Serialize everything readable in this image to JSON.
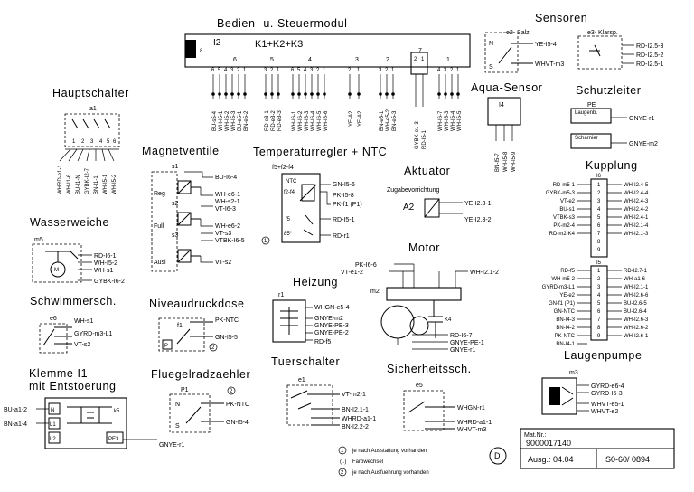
{
  "module": {
    "title": "Bedien- u. Steuermodul",
    "i2": "I2",
    "k": "K1+K2+K3",
    "conn8": "8",
    "conn_groups": [
      ".6",
      ".5",
      ".4",
      ".3",
      ".2",
      ".7",
      ".1"
    ],
    "pins6": [
      "6",
      "5",
      "4",
      "3",
      "2",
      "1"
    ],
    "pins5": [
      "3",
      "2",
      "1"
    ],
    "pins4": [
      "6",
      "5",
      "4",
      "3",
      "2",
      "1"
    ],
    "pins3": [
      "2",
      "1"
    ],
    "pins2": [
      "3",
      "2",
      "1"
    ],
    "pins7": [
      "2",
      "1"
    ],
    "pins1": [
      "4",
      "3",
      "2",
      "1"
    ],
    "wires": [
      "BU-s5-4",
      "WH-I5-1",
      "WH-I5-2",
      "WH-I5-3",
      "BU-e5-1",
      "BN-e5-2",
      "RD-e3-1",
      "RD-e3-2",
      "RD-e3-3",
      "WH-I6-1",
      "WH-I6-2",
      "WH-I6-3",
      "WH-I6-4",
      "WH-I6-5",
      "WH-I6-6",
      "YE-A2",
      "YE-A2",
      "BN-e5-1",
      "WH-e5-2",
      "BN-e5-3",
      "GYBK-e1-3",
      "RD-I5-1",
      "WH-I6-7",
      "WH-I5-3",
      "WH-I5-4",
      "WH-I5-5"
    ]
  },
  "hauptschalter": {
    "title": "Hauptschalter",
    "ref": "a1",
    "pins": [
      "1",
      "2",
      "3",
      "4",
      "5",
      "6"
    ],
    "wires": [
      "WHRD-e1-1",
      "WH-I1-6",
      "BU-I1-N",
      "GYBK-I2-7",
      "BN-I1-1",
      "WH-I5-1",
      "WH-I5-2"
    ]
  },
  "magnetventile": {
    "title": "Magnetventile",
    "ref": "s1",
    "reg": "Reg",
    "full": "Full",
    "ausl": "Ausl",
    "s2": "s2",
    "s3": "s3",
    "wires": [
      "BU-I6-4",
      "WH-e6-1",
      "WH-s2-1",
      "VT-I6-3",
      "WH-e6-2",
      "VT-s3",
      "VTBK-I6-5",
      "VT-s2"
    ]
  },
  "temp": {
    "title": "Temperaturregler + NTC",
    "ref": "f5+f2-f4",
    "ntc": "NTC",
    "labels": [
      "f2-f4",
      "f5",
      "85°"
    ],
    "wires": [
      "GN-I5-6",
      "PK-I5-8",
      "PK-f1 (P1)",
      "RD-I5-1",
      "RD-r1"
    ]
  },
  "aktuator": {
    "title": "Aktuator",
    "sub": "Zugabevorrichtung",
    "ref": "A2",
    "wires": [
      "YE-I2.3-1",
      "YE-I2.3-2"
    ]
  },
  "sensoren": {
    "title": "Sensoren",
    "e2": "e2- Salz",
    "e3": "e3- Klarsp.",
    "wires_e2": [
      "YE-I5-4",
      "WHVT-m3"
    ],
    "wires_e3": [
      "RD-I2.5-3",
      "RD-I2.5-2",
      "RD-I2.5-1"
    ]
  },
  "aqua": {
    "title": "Aqua-Sensor",
    "ref": "I4",
    "wires": [
      "BN-I5-7",
      "WH-I5-8",
      "WH-I5-9"
    ]
  },
  "schutzleiter": {
    "title": "Schutzleiter",
    "pe": "PE",
    "g1": "Laugenb.",
    "g2": "Scharnier",
    "wires": [
      "GNYE-r1",
      "GNYE-m2"
    ]
  },
  "kupplung": {
    "title": "Kupplung",
    "top_ref": "I6",
    "top_left": [
      "RD-m5-1",
      "GYBK-m5-3",
      "VT-e2",
      "BU-s1",
      "VTBK-s3",
      "PK-m2-4",
      "RD-m2-K4"
    ],
    "top_right": [
      "WH-I2.4-5",
      "WH-I2.4-4",
      "WH-I2.4-3",
      "WH-I2.4-2",
      "WH-I2.4-1",
      "WH-I2.1-4",
      "WH-I2.1-3"
    ],
    "top_pins": [
      "1",
      "2",
      "3",
      "4",
      "5",
      "6",
      "7",
      "8",
      "9"
    ],
    "bot_ref": "I5",
    "bot_left": [
      "RD-f5",
      "WH-m5-2",
      "GYRD-m3-L1",
      "YE-e2",
      "GN-f1 (P1)",
      "GN-NTC",
      "BN-I4-3",
      "BN-I4-2",
      "PK-NTC",
      "BN-I4-1"
    ],
    "bot_right": [
      "RD-I2.7-1",
      "WH-a1-6",
      "WH-I2.1-1",
      "WH-I2.6-6",
      "BU-I2.6-5",
      "BU-I2.6-4",
      "WH-I2.6-3",
      "WH-I2.6-2",
      "WH-I2.6-1"
    ],
    "bot_pins": [
      "1",
      "2",
      "3",
      "4",
      "5",
      "6",
      "7",
      "8",
      "9"
    ]
  },
  "wasserweiche": {
    "title": "Wasserweiche",
    "ref": "m5",
    "wires": [
      "RD-I6-1",
      "WH-I5-2",
      "WH-s1",
      "GYBK-I6-2"
    ]
  },
  "motor": {
    "title": "Motor",
    "ref": "m2",
    "k4": "K4",
    "wires": [
      "PK-I6-6",
      "VT-e1-2",
      "WH-I2.1-2",
      "RD-I6-7",
      "GNYE-PE-1",
      "GNYE-r1"
    ]
  },
  "heizung": {
    "title": "Heizung",
    "ref": "r1",
    "wires": [
      "WHGN-e5-4",
      "GNYE-m2",
      "GNYE-PE-3",
      "GNYE-PE-2",
      "RD-f5"
    ]
  },
  "schwimmer": {
    "title": "Schwimmersch.",
    "ref": "e6",
    "wires": [
      "WH-s1",
      "GYRD-m3-L1",
      "VT-s2"
    ]
  },
  "niveau": {
    "title": "Niveaudruckdose",
    "ref": "f1",
    "p": "P",
    "wires": [
      "PK-NTC",
      "GN-I5-5"
    ]
  },
  "klemme": {
    "title1": "Klemme I1",
    "title2": "mit Entstoerung",
    "wires": [
      "BU-a1-2",
      "BN-a1-4",
      "GNYE-r1"
    ],
    "labels": [
      "N",
      "L1",
      "L2",
      "PE3",
      "k5"
    ]
  },
  "fluegel": {
    "title": "Fluegelradzaehler",
    "ref": "P1",
    "wires": [
      "PK-NTC",
      "GN-I5-4"
    ]
  },
  "tuer": {
    "title": "Tuerschalter",
    "ref": "e1",
    "wires": [
      "VT-m2-1",
      "BN-I2.1-1",
      "WHRD-a1-1",
      "BN-I2.2-2"
    ]
  },
  "sicherheit": {
    "title": "Sicherheitssch.",
    "ref": "e5",
    "wires": [
      "WHGN-r1",
      "WHRD-a1-1",
      "WHVT-m3"
    ]
  },
  "laugen": {
    "title": "Laugenpumpe",
    "ref": "m3",
    "wires": [
      "GYRD-e6-4",
      "GYRD-I5-3",
      "WHVT-e5-1",
      "WHVT-e2"
    ]
  },
  "legend": [
    {
      "sym": "1",
      "text": "je nach Ausstattung vorhanden"
    },
    {
      "sym": "(..)",
      "text": "Farbwechsel"
    },
    {
      "sym": "2",
      "text": "je nach Ausfuehrung vorhanden"
    }
  ],
  "info": {
    "matnr_label": "Mat.Nr.:",
    "matnr": "9000017140",
    "ausg": "Ausg.: 04.04",
    "code": "S0-60/ 0894",
    "lang": "D"
  }
}
